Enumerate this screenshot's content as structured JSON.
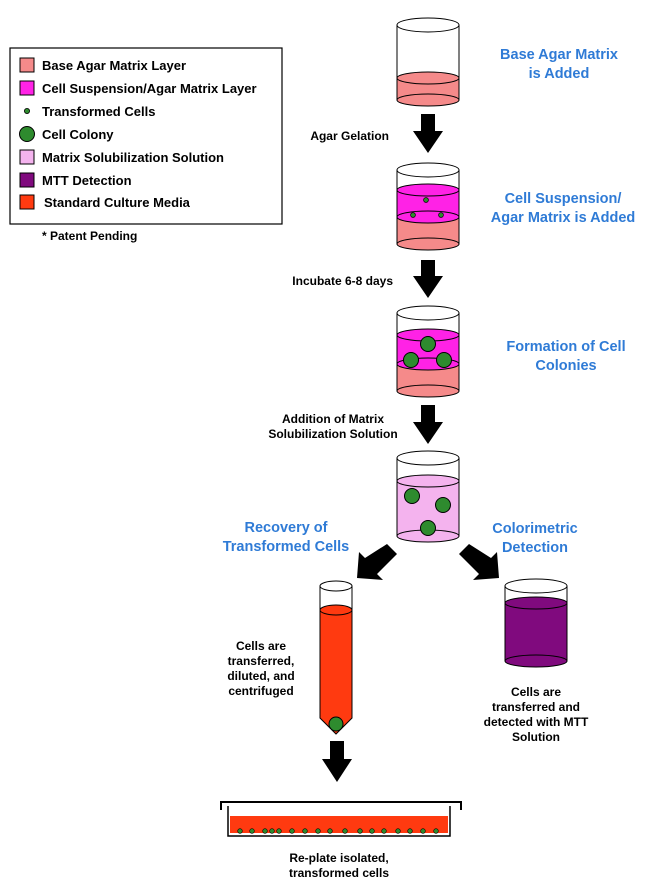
{
  "legend": {
    "items": [
      {
        "label": "Base Agar Matrix Layer",
        "color": "#f58a8a",
        "shape": "square"
      },
      {
        "label": "Cell Suspension/Agar Matrix Layer",
        "color": "#ff22e6",
        "shape": "square"
      },
      {
        "label": "Transformed Cells",
        "color": "#2e8b2e",
        "shape": "small-dot"
      },
      {
        "label": "Cell Colony",
        "color": "#2e8b2e",
        "shape": "circle"
      },
      {
        "label": "Matrix Solubilization Solution",
        "color": "#f4b3ee",
        "shape": "square"
      },
      {
        "label": "MTT Detection",
        "color": "#800a7e",
        "shape": "square"
      },
      {
        "label": "Standard Culture Media",
        "color": "#ff3a10",
        "shape": "square"
      }
    ],
    "note": "* Patent Pending"
  },
  "steps": {
    "step1": [
      "Base Agar Matrix",
      "is Added"
    ],
    "step2": [
      "Cell Suspension/",
      "Agar Matrix is Added"
    ],
    "step3": [
      "Formation of Cell",
      "Colonies"
    ],
    "recovery": [
      "Recovery of",
      "Transformed Cells"
    ],
    "colorimetric": [
      "Colorimetric",
      "Detection"
    ]
  },
  "transitions": {
    "gelation": "Agar Gelation",
    "incubate": "Incubate 6-8 days",
    "solubilization": [
      "Addition of Matrix",
      "Solubilization Solution"
    ]
  },
  "notes": {
    "tube": [
      "Cells are",
      "transferred,",
      "diluted, and",
      "centrifuged"
    ],
    "mtt": [
      "Cells are",
      "transferred and",
      "detected with MTT",
      "Solution"
    ],
    "replate": [
      "Re-plate isolated,",
      "transformed cells"
    ]
  },
  "colors": {
    "base_agar": "#f58a8a",
    "cell_suspension": "#ff22e6",
    "solubilization": "#f4b3ee",
    "mtt": "#800a7e",
    "culture_media": "#ff3a10",
    "colony": "#2e8b2e",
    "title_blue": "#2f7bd6"
  }
}
